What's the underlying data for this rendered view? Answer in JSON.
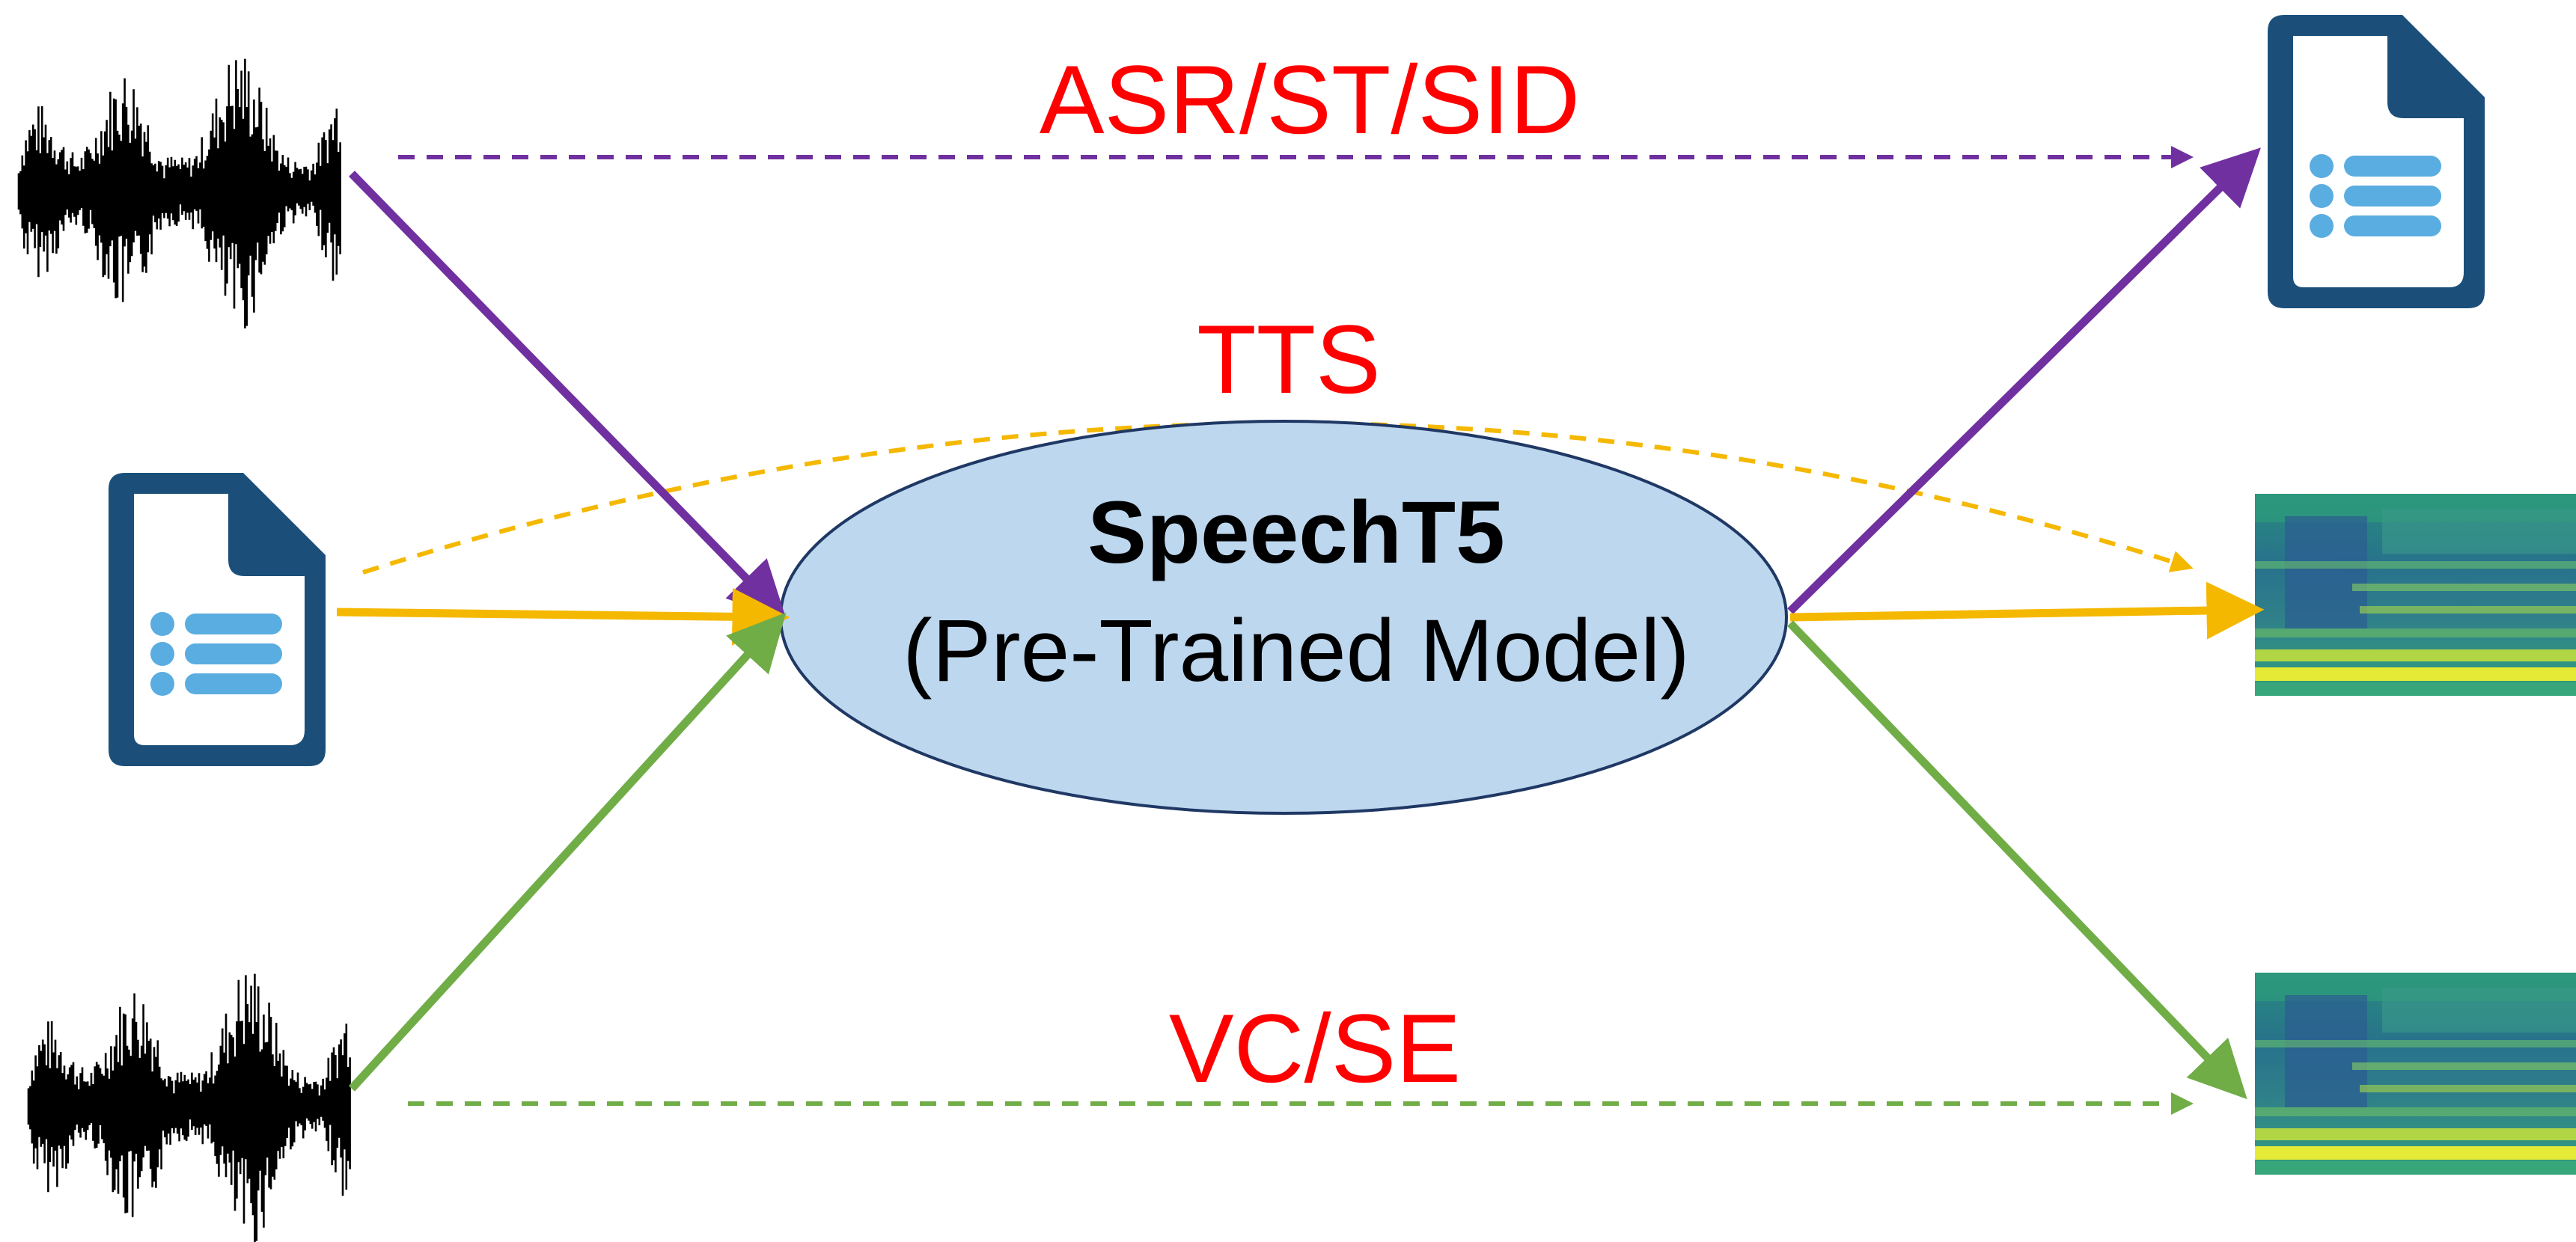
{
  "model": {
    "name": "SpeechT5",
    "subtitle": "(Pre-Trained Model)"
  },
  "tasks": {
    "asr": "ASR/ST/SID",
    "tts": "TTS",
    "vc": "VC/SE"
  },
  "inputs": [
    "waveform-icon",
    "document-icon",
    "waveform-icon"
  ],
  "outputs": [
    "document-icon",
    "spectrogram-icon",
    "spectrogram-icon"
  ],
  "colors": {
    "speech_to_text": "#7030a0",
    "text_to_speech": "#f5b800",
    "speech_to_speech": "#70ad47",
    "task_label": "#ff0000",
    "ellipse_fill": "#bdd7ee",
    "ellipse_stroke": "#1f3864",
    "doc_dark": "#1b4f7a",
    "doc_light": "#5aade0"
  }
}
